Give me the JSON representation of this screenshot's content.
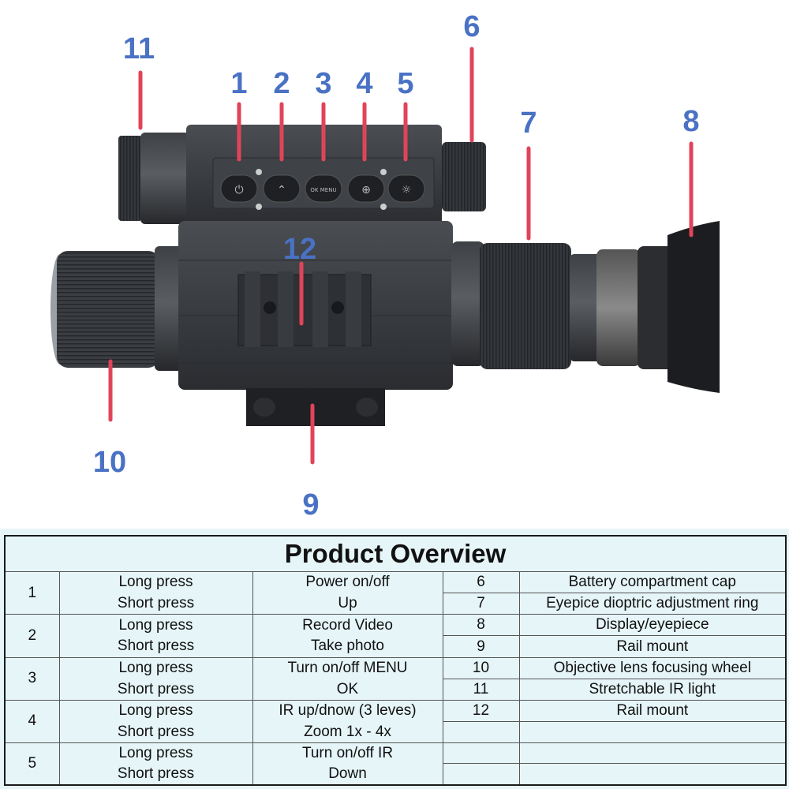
{
  "callouts": [
    "1",
    "2",
    "3",
    "4",
    "5",
    "6",
    "7",
    "8",
    "9",
    "10",
    "11",
    "12"
  ],
  "colors": {
    "callout": "#4a72c4",
    "leader": "#e0445a",
    "device": "#3a3d42",
    "table_bg": "#e6f5f8"
  },
  "button_glyphs": [
    "⏻",
    "⌃",
    "OK MENU",
    "⊕",
    "☼"
  ],
  "table": {
    "title": "Product Overview",
    "buttons": [
      {
        "num": "1",
        "long_label": "Long press",
        "long_func": "Power on/off",
        "short_label": "Short press",
        "short_func": "Up"
      },
      {
        "num": "2",
        "long_label": "Long press",
        "long_func": "Record Video",
        "short_label": "Short press",
        "short_func": "Take photo"
      },
      {
        "num": "3",
        "long_label": "Long press",
        "long_func": "Turn on/off MENU",
        "short_label": "Short press",
        "short_func": "OK"
      },
      {
        "num": "4",
        "long_label": "Long press",
        "long_func": "IR up/dnow (3 leves)",
        "short_label": "Short press",
        "short_func": "Zoom 1x - 4x"
      },
      {
        "num": "5",
        "long_label": "Long press",
        "long_func": "Turn on/off IR",
        "short_label": "Short press",
        "short_func": "Down"
      }
    ],
    "parts": [
      {
        "num": "6",
        "name": "Battery compartment cap"
      },
      {
        "num": "7",
        "name": "Eyepice dioptric adjustment ring"
      },
      {
        "num": "8",
        "name": "Display/eyepiece"
      },
      {
        "num": "9",
        "name": "Rail mount"
      },
      {
        "num": "10",
        "name": "Objective lens focusing wheel"
      },
      {
        "num": "11",
        "name": "Stretchable IR light"
      },
      {
        "num": "12",
        "name": "Rail mount"
      },
      {
        "num": "",
        "name": ""
      },
      {
        "num": "",
        "name": ""
      },
      {
        "num": "",
        "name": ""
      }
    ]
  }
}
